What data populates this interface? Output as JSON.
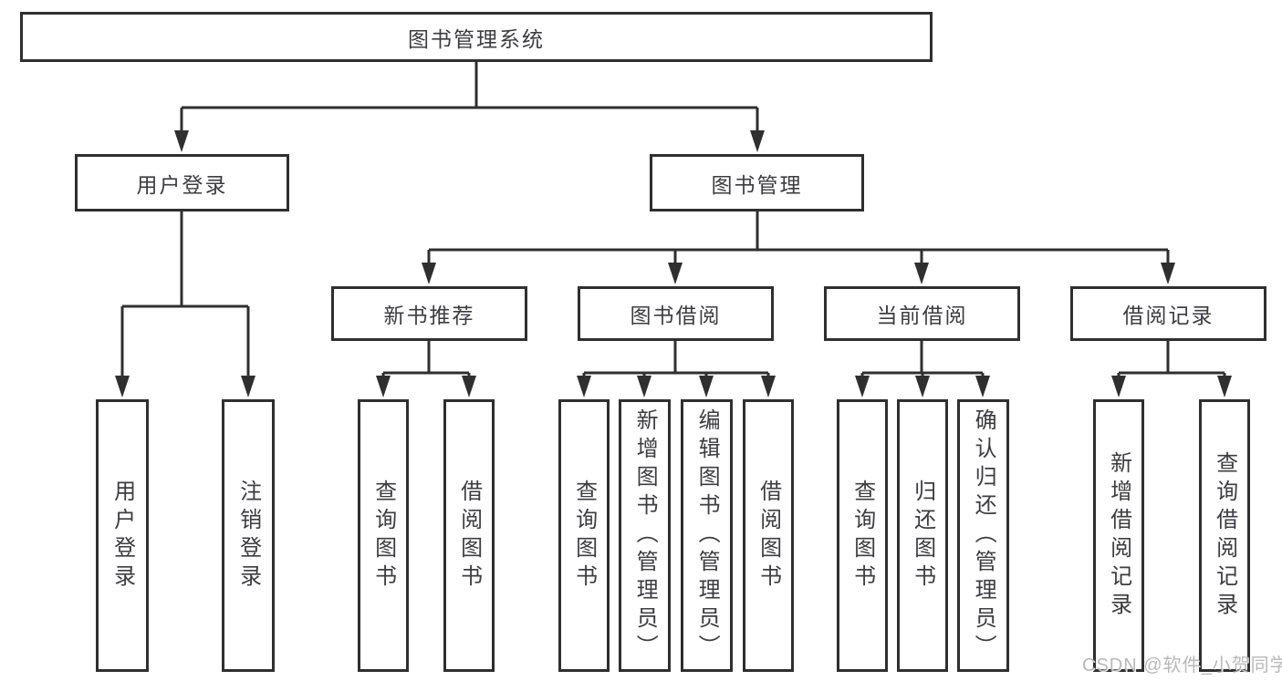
{
  "colors": {
    "background": "#ffffff",
    "box_border": "#2f2f2f",
    "connector_line": "#2f2f2f",
    "label_text": "#3c3c41",
    "watermark_text": "#a6a6a6"
  },
  "tree": {
    "label": "图书管理系统",
    "children": [
      {
        "label": "用户登录",
        "children": [
          {
            "label": "用户登录"
          },
          {
            "label": "注销登录"
          }
        ]
      },
      {
        "label": "图书管理",
        "children": [
          {
            "label": "新书推荐",
            "children": [
              {
                "label": "查询图书"
              },
              {
                "label": "借阅图书"
              }
            ]
          },
          {
            "label": "图书借阅",
            "children": [
              {
                "label": "查询图书"
              },
              {
                "label": "新增图书（管理员）"
              },
              {
                "label": "编辑图书（管理员）"
              },
              {
                "label": "借阅图书"
              }
            ]
          },
          {
            "label": "当前借阅",
            "children": [
              {
                "label": "查询图书"
              },
              {
                "label": "归还图书"
              },
              {
                "label": "确认归还（管理员）"
              }
            ]
          },
          {
            "label": "借阅记录",
            "children": [
              {
                "label": "新增借阅记录"
              },
              {
                "label": "查询借阅记录"
              }
            ]
          }
        ]
      }
    ]
  },
  "watermark": {
    "text": "CSDN @软件_小贺同学"
  }
}
